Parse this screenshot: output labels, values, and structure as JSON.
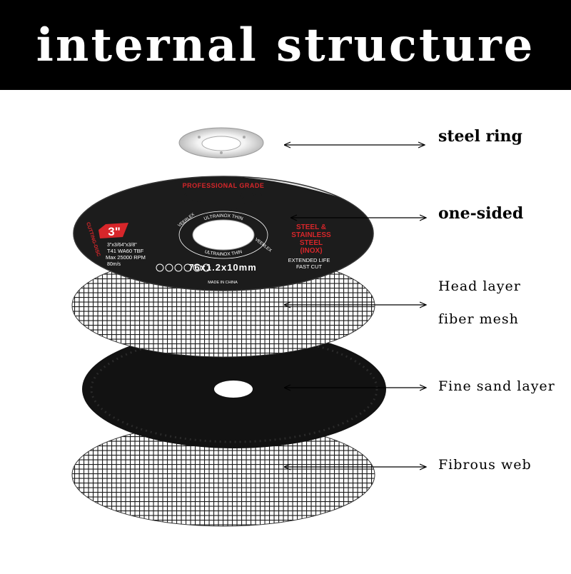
{
  "title": "internal structure",
  "disc_print": {
    "grade": "PROFESSIONAL GRADE",
    "brand_line1": "CUTTING",
    "brand_line2": "DISC",
    "size_badge": "3\"",
    "spec_lines": [
      "3\"x3/64\"x3/8\"",
      "T41 WA60 TBF",
      "Max 25000 RPM",
      "80m/s"
    ],
    "side_text": "CUTTING-DISC",
    "material_lines": [
      "STEEL &",
      "STAINLESS",
      "STEEL",
      "(INOX)"
    ],
    "feature_lines": [
      "EXTENDED LIFE",
      "FAST CUT"
    ],
    "dimensions": "76x1.2x10mm",
    "origin": "MADE IN CHINA",
    "ring_text_top": "ULTRAINOX THIN",
    "ring_text_bottom": "ULTRAINOX THIN",
    "ring_text_left": "VEERLEX",
    "ring_text_right": "VEERLEX"
  },
  "layers": [
    {
      "label": "steel ring"
    },
    {
      "label": "one-sided"
    },
    {
      "label": "Head layer"
    },
    {
      "label": "fiber mesh"
    },
    {
      "label": "Fine sand layer"
    },
    {
      "label": "Fibrous web"
    }
  ],
  "colors": {
    "banner": "#000000",
    "banner_text": "#ffffff",
    "disc_dark": "#1c1c1c",
    "disc_red": "#d7262a",
    "sand_layer": "#121212",
    "mesh": "#1a1a1a"
  }
}
